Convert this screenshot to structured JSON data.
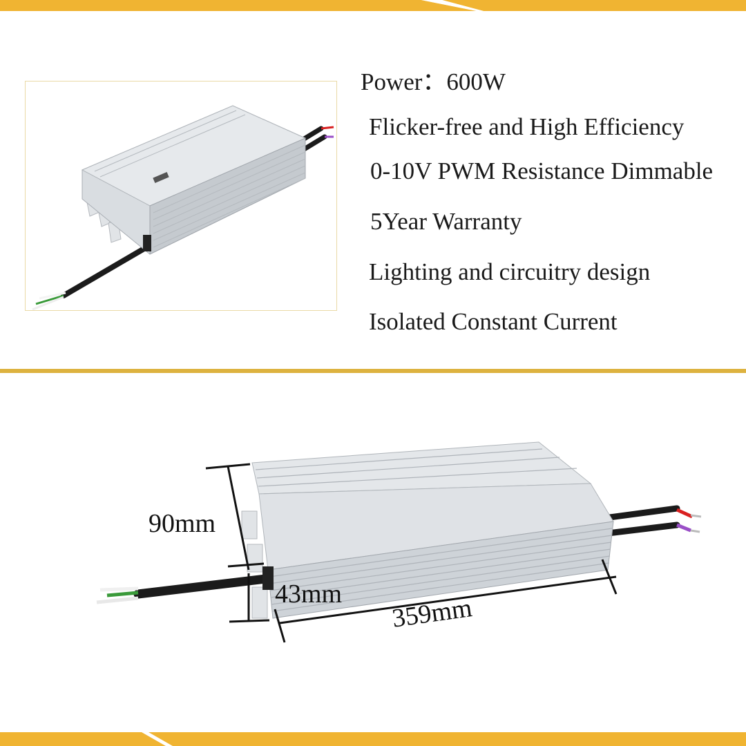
{
  "colors": {
    "accent_gold": "#F0B432",
    "frame_border": "#EAD9A6",
    "housing": "#D7DBDF",
    "housing_dark": "#B9BEC4",
    "cable": "#1b1b1b"
  },
  "features": [
    "Power：600W",
    "Flicker-free and High Efficiency",
    "0-10V PWM Resistance Dimmable",
    "5Year Warranty",
    "Lighting and circuitry design",
    "Isolated Constant Current"
  ],
  "dimensions": {
    "height": "90mm",
    "depth": "43mm",
    "length": "359mm"
  }
}
